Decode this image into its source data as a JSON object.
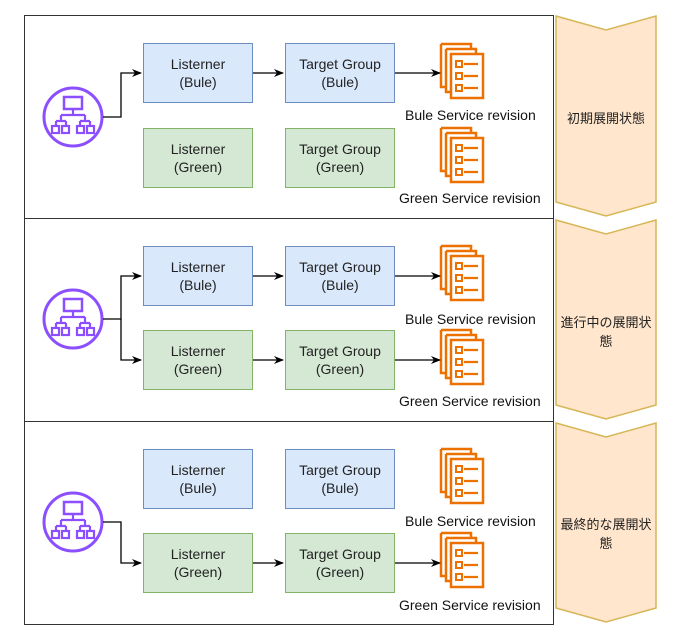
{
  "stages": [
    {
      "label": "初期展開状態",
      "listener_blue": [
        "Listerner",
        "(Bule)"
      ],
      "listener_green": [
        "Listerner",
        "(Green)"
      ],
      "tg_blue": [
        "Target Group",
        "(Bule)"
      ],
      "tg_green": [
        "Target Group",
        "(Green)"
      ],
      "svc_blue": "Bule Service revision",
      "svc_green": "Green Service revision"
    },
    {
      "label": "進行中の展開状態",
      "listener_blue": [
        "Listerner",
        "(Bule)"
      ],
      "listener_green": [
        "Listerner",
        "(Green)"
      ],
      "tg_blue": [
        "Target Group",
        "(Bule)"
      ],
      "tg_green": [
        "Target Group",
        "(Green)"
      ],
      "svc_blue": "Bule Service revision",
      "svc_green": "Green Service revision"
    },
    {
      "label": "最終的な展開状態",
      "listener_blue": [
        "Listerner",
        "(Bule)"
      ],
      "listener_green": [
        "Listerner",
        "(Green)"
      ],
      "tg_blue": [
        "Target Group",
        "(Bule)"
      ],
      "tg_green": [
        "Target Group",
        "(Green)"
      ],
      "svc_blue": "Bule Service revision",
      "svc_green": "Green Service revision"
    }
  ],
  "colors": {
    "blue_fill": "#dae8fc",
    "blue_stroke": "#6c8ebf",
    "green_fill": "#d5e8d4",
    "green_stroke": "#82b366",
    "alb_icon": "#8c4fff",
    "service_icon": "#ed7100",
    "stage_fill": "#ffe6cc",
    "stage_stroke": "#d6b656"
  }
}
